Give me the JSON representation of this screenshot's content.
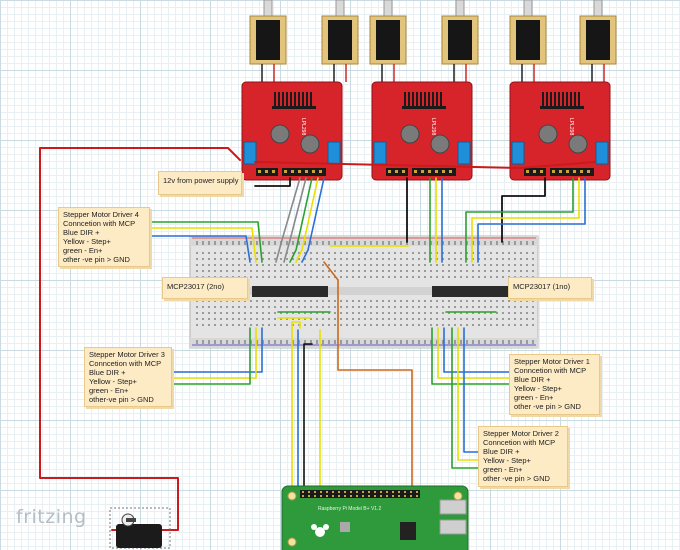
{
  "watermark": "fritzing",
  "notes": {
    "power": "12v from power supply",
    "mcp2": "MCP23017 (2no)",
    "mcp1": "MCP23017 (1no)",
    "driver4": [
      "Stepper Motor Driver 4",
      "Conncetion with MCP",
      "Blue DIR +",
      "Yellow - Step+",
      "green - En+",
      "other -ve pin > GND"
    ],
    "driver3": [
      "Stepper Motor Driver 3",
      "Conncetion with MCP",
      "Blue DIR +",
      "Yellow - Step+",
      "green - En+",
      "other-ve pin > GND"
    ],
    "driver1": [
      "Stepper Motor Driver 1",
      "Conncetion with MCP",
      "Blue DIR +",
      "Yellow - Step+",
      "green - En+",
      "other -ve pin > GND"
    ],
    "driver2": [
      "Stepper Motor Driver 2",
      "Conncetion with MCP",
      "Blue DIR +",
      "Yellow - Step+",
      "green - En+",
      "other -ve pin > GND"
    ]
  },
  "board_text": {
    "driver_label": "LPL298",
    "pi_label": "Raspberry Pi Model B+ V1.2"
  },
  "colors": {
    "driver_board": "#d7242b",
    "wire_red": "#cc1a1a",
    "wire_blue": "#2a6fd4",
    "wire_yellow": "#e8e000",
    "wire_green": "#2ca02c",
    "wire_black": "#111111",
    "wire_orange": "#cc6a1c",
    "wire_gray": "#8a8a8a",
    "pi_green": "#2f9a3c",
    "note_bg": "#fdebc6"
  }
}
